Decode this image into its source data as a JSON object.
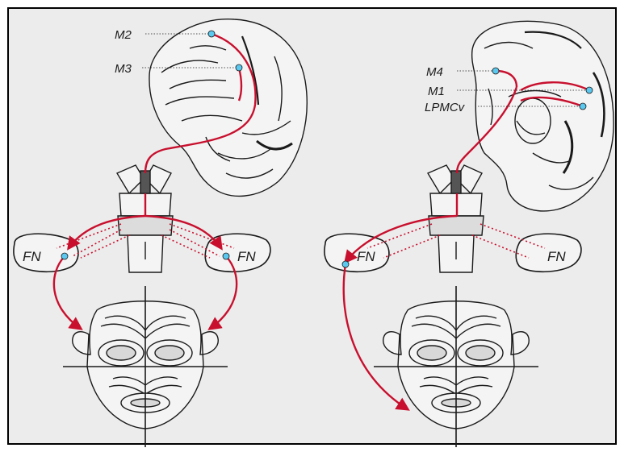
{
  "diagram": {
    "left_panel": {
      "cortical_labels": [
        "M2",
        "M3"
      ],
      "nucleus_labels": [
        "FN",
        "FN"
      ]
    },
    "right_panel": {
      "cortical_labels": [
        "M4",
        "M1",
        "LPMCv"
      ],
      "nucleus_labels": [
        "FN",
        "FN"
      ]
    }
  },
  "colors": {
    "pathway": "#c8102e",
    "cortical_site": "#5bc8ef",
    "background": "#ececec",
    "outline": "#1a1a1a"
  }
}
